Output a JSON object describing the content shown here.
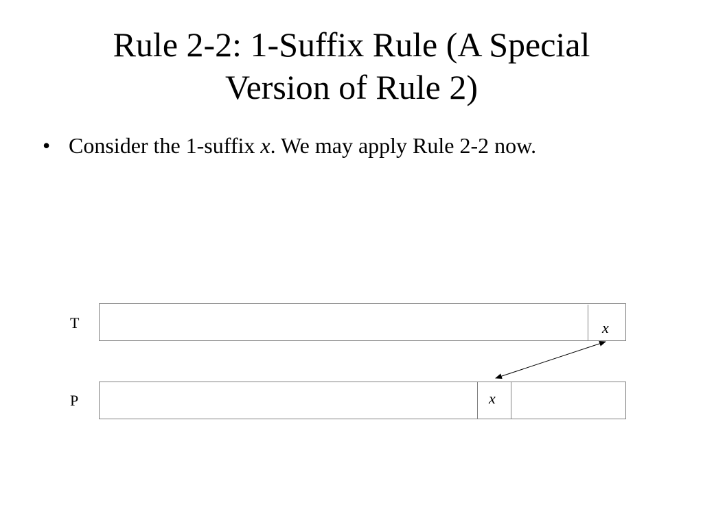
{
  "slide": {
    "title_lines": [
      "Rule 2-2: 1-Suffix Rule (A Special",
      "Version of Rule 2)"
    ],
    "bullets": [
      {
        "symbol": "•",
        "text_before": "Consider the 1-suffix ",
        "italic": "x",
        "text_after": ".  We may apply Rule 2-2 now."
      }
    ]
  },
  "diagram": {
    "text_label": "T",
    "pattern_label": "P",
    "text_char": "x",
    "pattern_char": "x",
    "colors": {
      "stroke": "#808080",
      "arrow": "#000000"
    }
  }
}
